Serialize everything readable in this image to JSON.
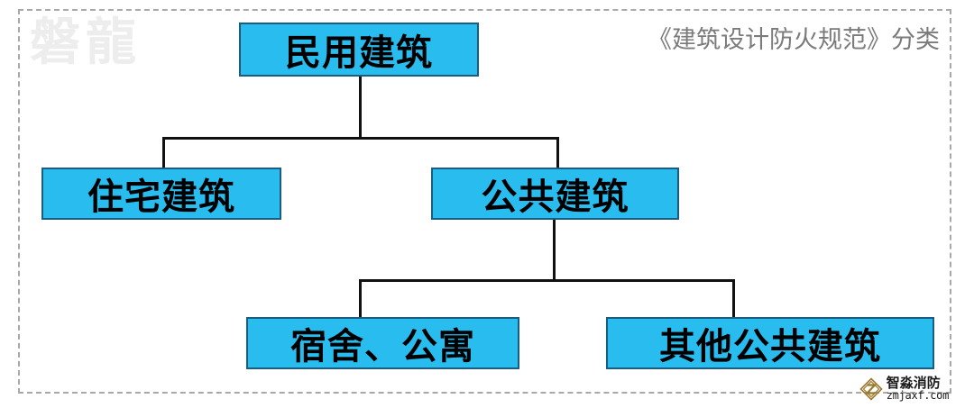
{
  "diagram": {
    "caption": "《建筑设计防火规范》分类",
    "watermark": "磐龍",
    "accent_color": "#29bdef",
    "node_border_color": "#1a5d80",
    "line_color": "#111111",
    "frame_color": "#a8a8a8",
    "nodes": {
      "root": "民用建筑",
      "residential": "住宅建筑",
      "public": "公共建筑",
      "dormitory": "宿舍、公寓",
      "other_public": "其他公共建筑"
    }
  },
  "chart_data": {
    "type": "tree",
    "title": "《建筑设计防火规范》分类",
    "root": {
      "label": "民用建筑",
      "children": [
        {
          "label": "住宅建筑",
          "children": []
        },
        {
          "label": "公共建筑",
          "children": [
            {
              "label": "宿舍、公寓",
              "children": []
            },
            {
              "label": "其他公共建筑",
              "children": []
            }
          ]
        }
      ]
    },
    "levels": 3,
    "node_count": 5
  },
  "brand": {
    "name": "智淼消防",
    "url": "zmjaxf.com",
    "mark_color": "#9a7a2e"
  }
}
